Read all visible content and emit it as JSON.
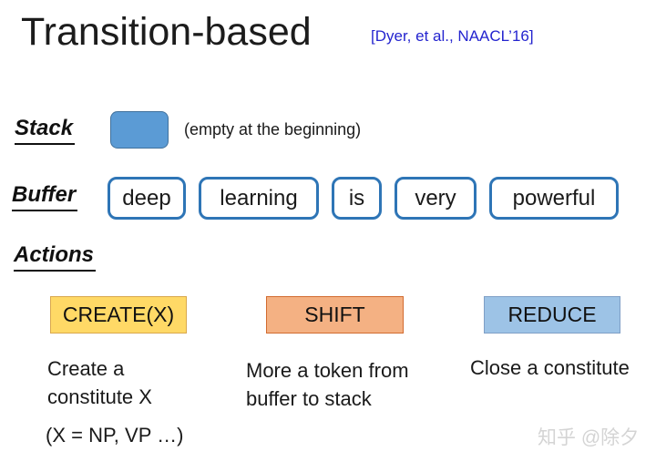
{
  "slide": {
    "title": "Transition-based",
    "citation": "[Dyer, et al., NAACL’16]"
  },
  "stack": {
    "label": "Stack",
    "note": "(empty at the beginning)",
    "box_fill": "#5B9BD5",
    "box_border": "#41719C"
  },
  "buffer": {
    "label": "Buffer",
    "tokens": [
      "deep",
      "learning",
      "is",
      "very",
      "powerful"
    ],
    "token_border": "#2E75B6"
  },
  "actions": {
    "label": "Actions",
    "items": [
      {
        "name": "CREATE(X)",
        "description": "Create a constitute X",
        "note": "(X = NP, VP …)",
        "fill": "#FFD966",
        "border": "#D9A84E"
      },
      {
        "name": "SHIFT",
        "description": "More a token from buffer to stack",
        "fill": "#F4B183",
        "border": "#D26B30"
      },
      {
        "name": "REDUCE",
        "description": "Close a constitute",
        "fill": "#9DC3E6",
        "border": "#7F9FC6"
      }
    ]
  },
  "watermark": "知乎 @除夕",
  "colors": {
    "citation_blue": "#2424CF",
    "title_text": "#1c1c1c",
    "watermark_gray": "#D4D4D4"
  }
}
